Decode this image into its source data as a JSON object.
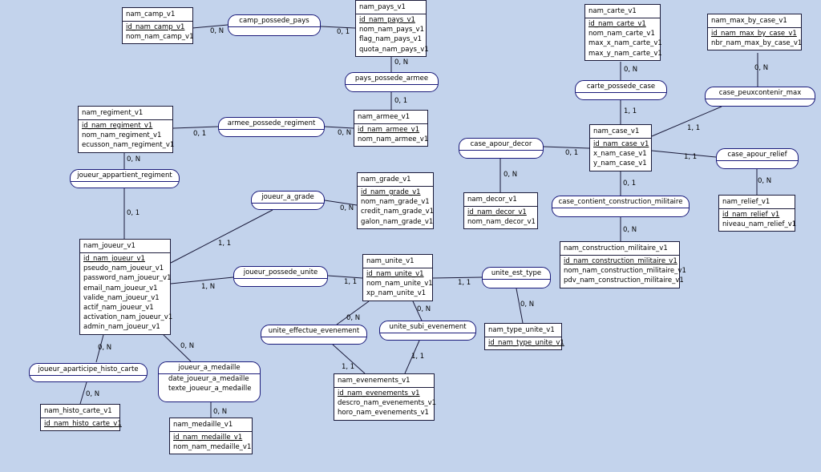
{
  "entities": {
    "nam_camp_v1": {
      "title": "nam_camp_v1",
      "attrs": [
        "id_nam_camp_v1",
        "nom_nam_camp_v1"
      ]
    },
    "nam_pays_v1": {
      "title": "nam_pays_v1",
      "attrs": [
        "id_nam_pays_v1",
        "nom_nam_pays_v1",
        "flag_nam_pays_v1",
        "quota_nam_pays_v1"
      ]
    },
    "nam_carte_v1": {
      "title": "nam_carte_v1",
      "attrs": [
        "id_nam_carte_v1",
        "nom_nam_carte_v1",
        "max_x_nam_carte_v1",
        "max_y_nam_carte_v1"
      ]
    },
    "nam_max_by_case_v1": {
      "title": "nam_max_by_case_v1",
      "attrs": [
        "id_nam_max_by_case_v1",
        "nbr_nam_max_by_case_v1"
      ]
    },
    "nam_regiment_v1": {
      "title": "nam_regiment_v1",
      "attrs": [
        "id_nam_regiment_v1",
        "nom_nam_regiment_v1",
        "ecusson_nam_regiment_v1"
      ]
    },
    "nam_armee_v1": {
      "title": "nam_armee_v1",
      "attrs": [
        "id_nam_armee_v1",
        "nom_nam_armee_v1"
      ]
    },
    "nam_case_v1": {
      "title": "nam_case_v1",
      "attrs": [
        "id_nam_case_v1",
        "x_nam_case_v1",
        "y_nam_case_v1"
      ]
    },
    "nam_grade_v1": {
      "title": "nam_grade_v1",
      "attrs": [
        "id_nam_grade_v1",
        "nom_nam_grade_v1",
        "credit_nam_grade_v1",
        "galon_nam_grade_v1"
      ]
    },
    "nam_decor_v1": {
      "title": "nam_decor_v1",
      "attrs": [
        "id_nam_decor_v1",
        "nom_nam_decor_v1"
      ]
    },
    "nam_relief_v1": {
      "title": "nam_relief_v1",
      "attrs": [
        "id_nam_relief_v1",
        "niveau_nam_relief_v1"
      ]
    },
    "nam_joueur_v1": {
      "title": "nam_joueur_v1",
      "attrs": [
        "id_nam_joueur_v1",
        "pseudo_nam_joueur_v1",
        "password_nam_joueur_v1",
        "email_nam_joueur_v1",
        "valide_nam_joueur_v1",
        "actif_nam_joueur_v1",
        "activation_nam_joueur_v1",
        "admin_nam_joueur_v1"
      ]
    },
    "nam_construction_militaire_v1": {
      "title": "nam_construction_militaire_v1",
      "attrs": [
        "id_nam_construction_militaire_v1",
        "nom_nam_construction_militaire_v1",
        "pdv_nam_construction_militaire_v1"
      ]
    },
    "nam_unite_v1": {
      "title": "nam_unite_v1",
      "attrs": [
        "id_nam_unite_v1",
        "nom_nam_unite_v1",
        "xp_nam_unite_v1"
      ]
    },
    "nam_type_unite_v1": {
      "title": "nam_type_unite_v1",
      "attrs": [
        "id_nam_type_unite_v1"
      ]
    },
    "nam_evenements_v1": {
      "title": "nam_evenements_v1",
      "attrs": [
        "id_nam_evenements_v1",
        "descro_nam_evenements_v1",
        "horo_nam_evenements_v1"
      ]
    },
    "nam_histo_carte_v1": {
      "title": "nam_histo_carte_v1",
      "attrs": [
        "id_nam_histo_carte_v1"
      ]
    },
    "nam_medaille_v1": {
      "title": "nam_medaille_v1",
      "attrs": [
        "id_nam_medaille_v1",
        "nom_nam_medaille_v1"
      ]
    }
  },
  "relations": {
    "camp_possede_pays": {
      "title": "camp_possede_pays",
      "attrs": []
    },
    "pays_possede_armee": {
      "title": "pays_possede_armee",
      "attrs": []
    },
    "carte_possede_case": {
      "title": "carte_possede_case",
      "attrs": []
    },
    "case_peuxcontenir_max": {
      "title": "case_peuxcontenir_max",
      "attrs": []
    },
    "armee_possede_regiment": {
      "title": "armee_possede_regiment",
      "attrs": []
    },
    "case_apour_decor": {
      "title": "case_apour_decor",
      "attrs": []
    },
    "case_apour_relief": {
      "title": "case_apour_relief",
      "attrs": []
    },
    "joueur_appartient_regiment": {
      "title": "joueur_appartient_regiment",
      "attrs": []
    },
    "joueur_a_grade": {
      "title": "joueur_a_grade",
      "attrs": []
    },
    "case_contient_construction_militaire": {
      "title": "case_contient_construction_militaire",
      "attrs": []
    },
    "joueur_possede_unite": {
      "title": "joueur_possede_unite",
      "attrs": []
    },
    "unite_est_type": {
      "title": "unite_est_type",
      "attrs": []
    },
    "unite_effectue_evenement": {
      "title": "unite_effectue_evenement",
      "attrs": []
    },
    "unite_subi_evenement": {
      "title": "unite_subi_evenement",
      "attrs": []
    },
    "joueur_aparticipe_histo_carte": {
      "title": "joueur_aparticipe_histo_carte",
      "attrs": []
    },
    "joueur_a_medaille": {
      "title": "joueur_a_medaille",
      "attrs": [
        "date_joueur_a_medaille",
        "texte_joueur_a_medaille"
      ]
    }
  },
  "cardinalities": {
    "camp_to_pays_rel": "0, N",
    "pays_to_camp_rel": "0, 1",
    "pays_to_armee_rel": "0, N",
    "armee_to_pays_rel": "0, 1",
    "regiment_to_armee_rel": "0, 1",
    "armee_to_regiment_rel": "0, N",
    "carte_to_case_rel": "0, N",
    "case_to_carte_rel": "1, 1",
    "max_to_case_rel": "0, N",
    "case_to_max_rel": "1, 1",
    "case_to_decor_rel": "0, 1",
    "decor_to_case_rel": "0, N",
    "case_to_relief_rel": "1, 1",
    "relief_to_case_rel": "0, N",
    "regiment_to_joueur_rel": "0, N",
    "joueur_to_regiment_rel": "0, 1",
    "joueur_to_grade_rel": "1, 1",
    "grade_to_joueur_rel": "0, N",
    "case_to_construction_rel": "0, 1",
    "construction_to_case_rel": "0, N",
    "joueur_to_unite_rel": "1, N",
    "unite_to_joueur_rel": "1, 1",
    "unite_to_type_rel": "1, 1",
    "type_to_unite_rel": "0, N",
    "unite_to_effectue_rel": "0, N",
    "unite_to_subi_rel": "0, N",
    "evenement_to_effectue_rel": "1, 1",
    "evenement_to_subi_rel": "1, 1",
    "joueur_to_histo_rel": "0, N",
    "histo_to_joueur_rel": "0, N",
    "joueur_to_medaille_rel": "0, N",
    "medaille_to_joueur_rel": "0, N"
  }
}
